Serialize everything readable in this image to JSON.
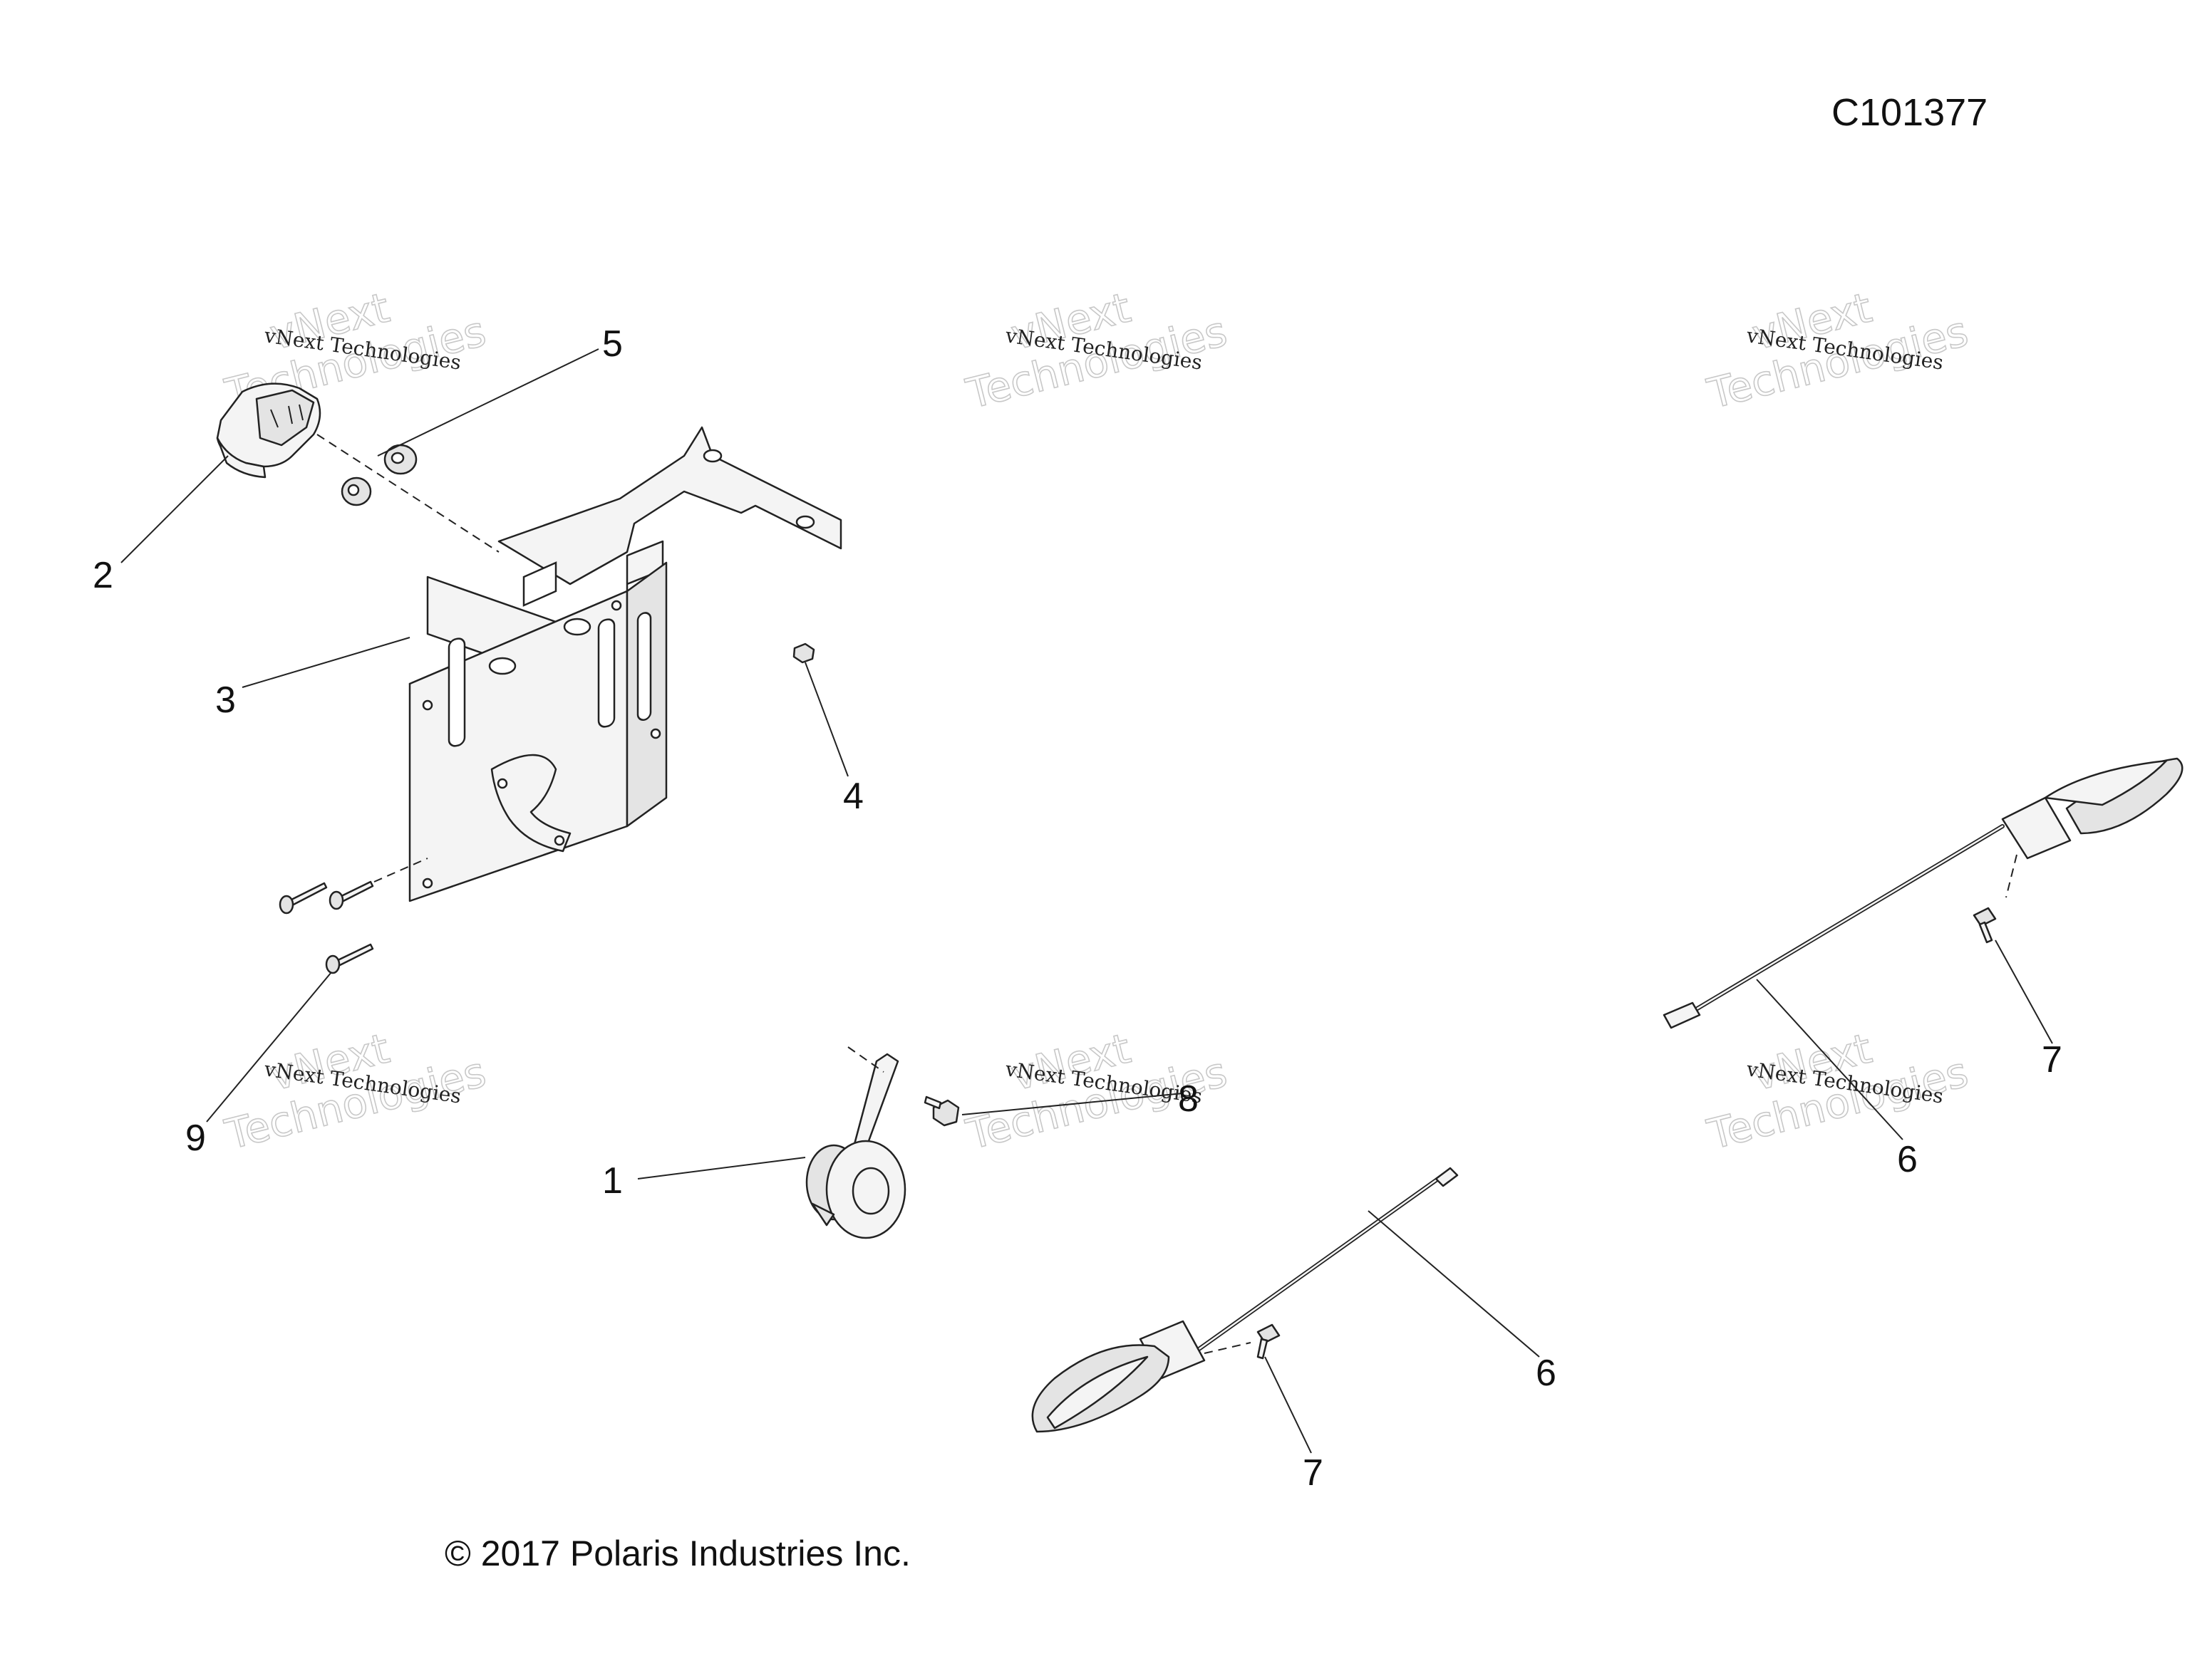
{
  "diagram_code": "C101377",
  "copyright": "© 2017 Polaris Industries Inc.",
  "watermark": {
    "line1": "vNext Technologies",
    "line2a": "vNext",
    "line2b": "Technologies"
  },
  "callouts": {
    "c1": "1",
    "c2": "2",
    "c3": "3",
    "c4": "4",
    "c5": "5",
    "c6a": "6",
    "c6b": "6",
    "c7a": "7",
    "c7b": "7",
    "c8": "8",
    "c9": "9"
  }
}
